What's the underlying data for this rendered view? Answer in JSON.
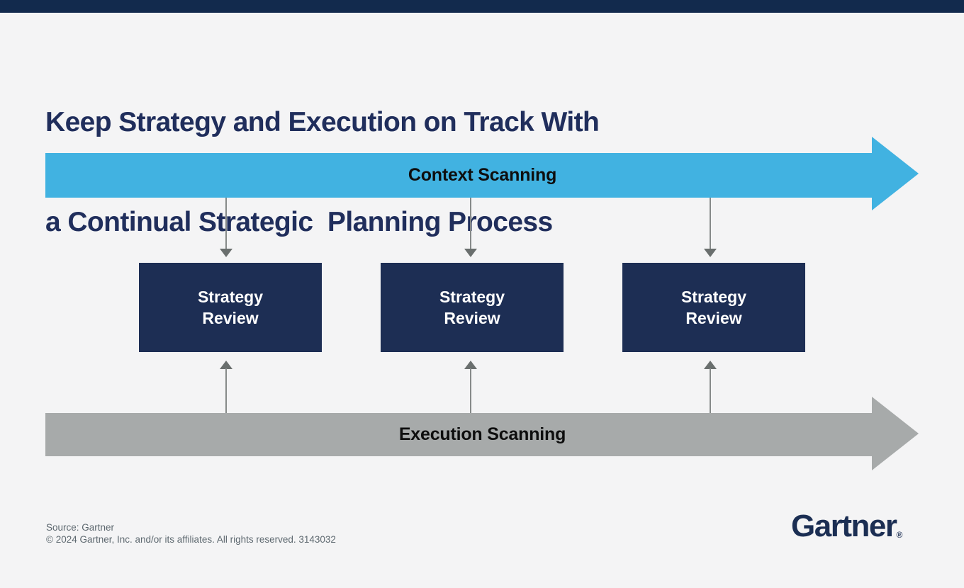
{
  "page": {
    "background_color": "#f4f4f5",
    "top_bar_color": "#122a4d"
  },
  "title": {
    "line1": "Keep Strategy and Execution on Track With",
    "line2": "a Continual Strategic  Planning Process",
    "color": "#202e5c"
  },
  "context_arrow": {
    "label": "Context Scanning",
    "fill_color": "#41b2e1",
    "label_color": "#0e0e0e"
  },
  "execution_arrow": {
    "label": "Execution Scanning",
    "fill_color": "#a7aaaa",
    "label_color": "#0e0e0e"
  },
  "review_boxes": {
    "fill_color": "#1d2e54",
    "label_color": "#ffffff",
    "items": [
      {
        "label": "Strategy\nReview"
      },
      {
        "label": "Strategy\nReview"
      },
      {
        "label": "Strategy\nReview"
      }
    ]
  },
  "connectors": {
    "line_color": "#868a89",
    "arrowhead_color": "#6a6f6e"
  },
  "footer": {
    "source_line": "Source: Gartner",
    "copyright_line": "© 2024 Gartner, Inc. and/or its affiliates. All rights reserved. 3143032",
    "color": "#5d686f"
  },
  "logo": {
    "wordmark": "Gartner",
    "registered_mark": "®",
    "color": "#1b2e53"
  }
}
